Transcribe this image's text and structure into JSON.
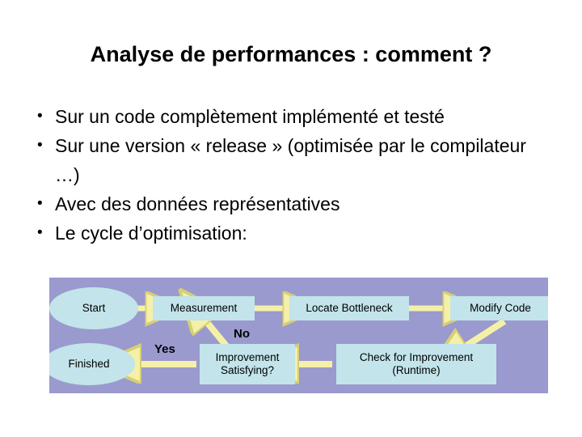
{
  "slide": {
    "title": "Analyse de performances : comment ?",
    "bullets": [
      "Sur un code complètement implémenté et testé",
      "Sur une version « release » (optimisée par le compilateur …)",
      "Avec des données représentatives",
      "Le cycle d’optimisation:"
    ]
  },
  "diagram": {
    "type": "flowchart",
    "background_color": "#9a9ace",
    "node_fill_color": "#c2e4ea",
    "arrow_color": "#f5f0a8",
    "arrow_outline_color": "#d6cf74",
    "text_color": "#000000",
    "nodes": [
      {
        "id": "start",
        "shape": "ellipse",
        "label": "Start"
      },
      {
        "id": "measure",
        "shape": "rect",
        "label": "Measurement"
      },
      {
        "id": "locate",
        "shape": "rect",
        "label": "Locate Bottleneck"
      },
      {
        "id": "modify",
        "shape": "rect",
        "label": "Modify Code"
      },
      {
        "id": "check",
        "shape": "rect",
        "label_line1": "Check for Improvement",
        "label_line2": "(Runtime)"
      },
      {
        "id": "improve",
        "shape": "rect",
        "label_line1": "Improvement",
        "label_line2": "Satisfying?"
      },
      {
        "id": "finished",
        "shape": "ellipse",
        "label": "Finished"
      }
    ],
    "edge_labels": {
      "no": "No",
      "yes": "Yes"
    },
    "edges": [
      {
        "from": "start",
        "to": "measure"
      },
      {
        "from": "measure",
        "to": "locate"
      },
      {
        "from": "locate",
        "to": "modify"
      },
      {
        "from": "modify",
        "to": "check"
      },
      {
        "from": "check",
        "to": "improve"
      },
      {
        "from": "improve",
        "to": "finished",
        "label": "Yes"
      },
      {
        "from": "improve",
        "to": "measure",
        "label": "No"
      }
    ]
  }
}
